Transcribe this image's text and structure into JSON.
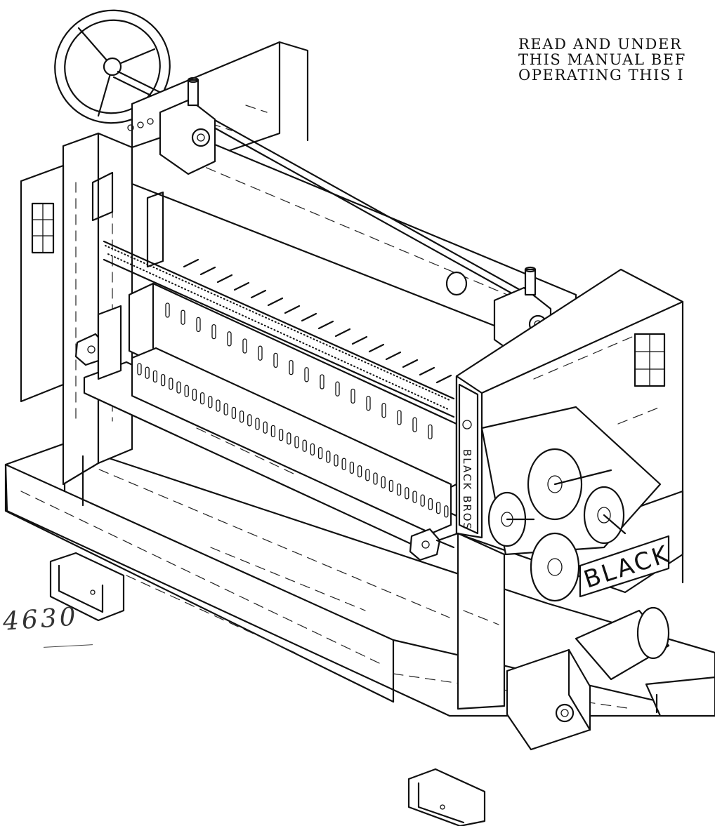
{
  "notice": {
    "line1": "READ AND UNDER",
    "line2": "THIS MANUAL BEF",
    "line3": "OPERATING THIS I"
  },
  "machine": {
    "brand_plate": "BLACK",
    "side_label": "BLACK BROS"
  },
  "handwritten_note": "4630"
}
